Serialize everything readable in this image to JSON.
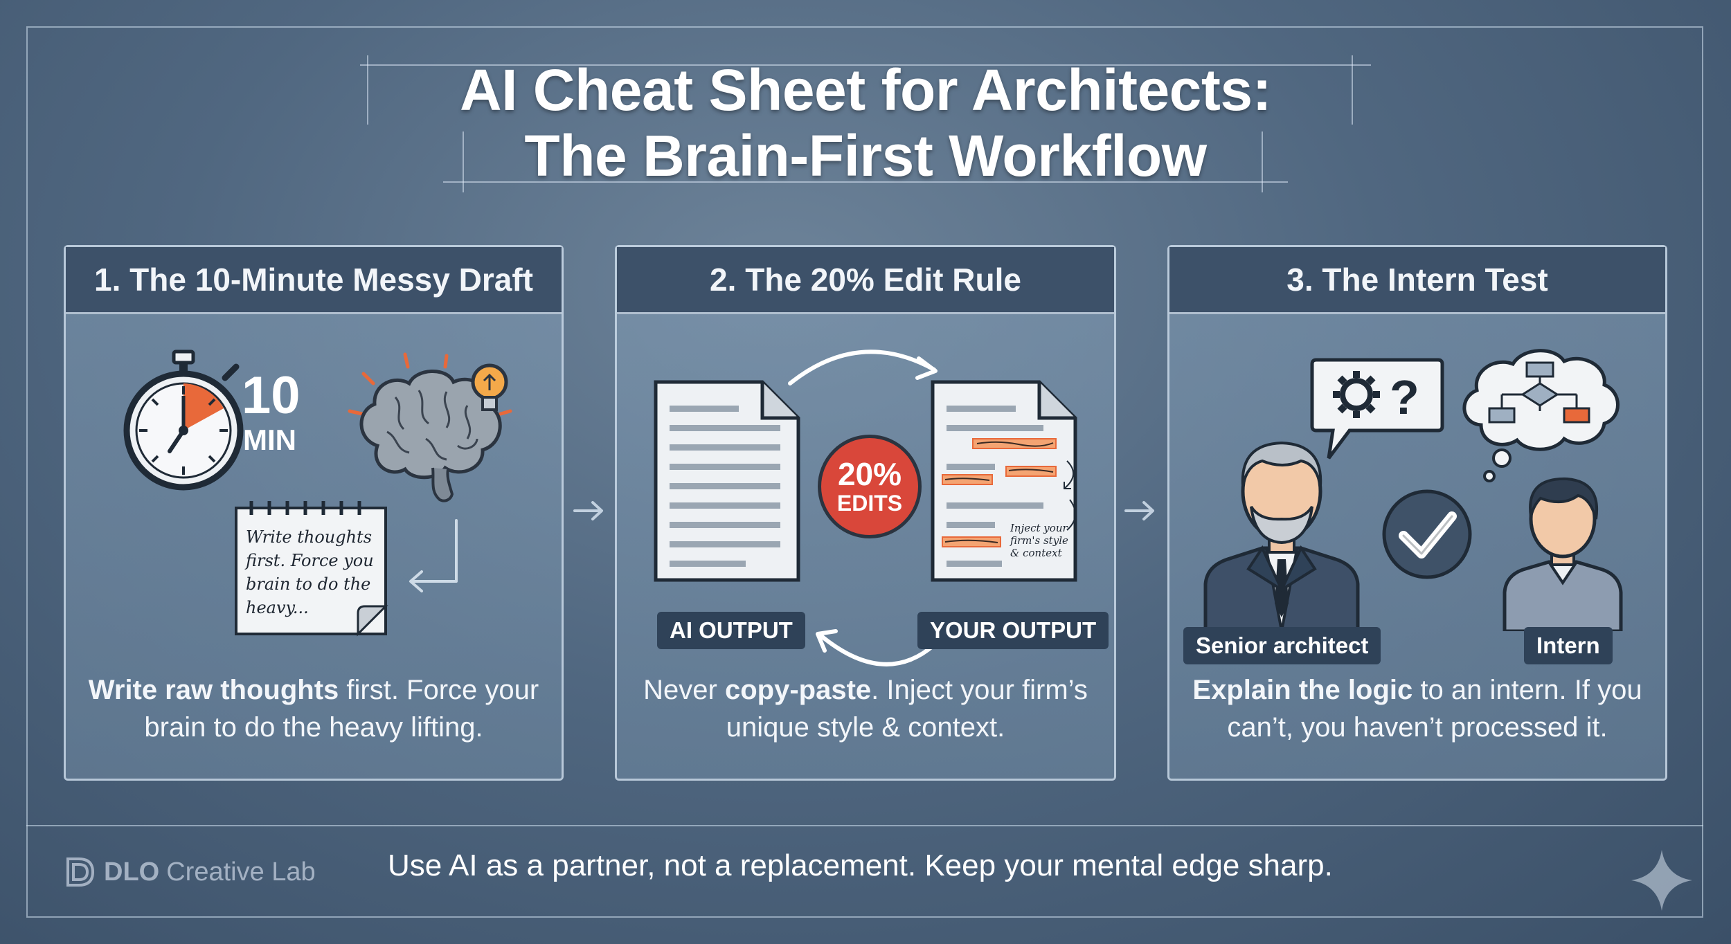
{
  "title": {
    "line1": "AI Cheat Sheet for Architects:",
    "line2": "The Brain-First Workflow"
  },
  "cards": [
    {
      "heading": "1. The 10-Minute Messy Draft",
      "timer_number": "10",
      "timer_unit": "MIN",
      "note_lines": [
        "Write thoughts",
        "first. Force you",
        "brain to do the",
        "heavy..."
      ],
      "caption_bold": "Write raw thoughts",
      "caption_rest": " first. Force your brain to do the heavy lifting."
    },
    {
      "heading": "2. The 20% Edit Rule",
      "badge_value": "20%",
      "badge_label": "EDITS",
      "left_label": "AI OUTPUT",
      "right_label": "YOUR OUTPUT",
      "doc_note_lines": [
        "Inject your",
        "firm's style",
        "& context"
      ],
      "caption_pre": "Never ",
      "caption_bold": "copy-paste",
      "caption_rest": ". Inject your firm’s unique style & context."
    },
    {
      "heading": "3. The Intern Test",
      "senior_label": "Senior architect",
      "intern_label": "Intern",
      "caption_bold": "Explain the logic",
      "caption_rest": " to an intern. If you can’t, you haven’t processed it."
    }
  ],
  "footer": {
    "brand_bold": "DLO",
    "brand_rest": "Creative Lab",
    "tagline": "Use AI as a partner, not a replacement. Keep your mental edge sharp."
  },
  "colors": {
    "accent_orange": "#e8693a",
    "highlight_orange": "#f4a472",
    "badge_red": "#d9473a",
    "head_dark": "#3d5169",
    "chip_dark": "#2f4258"
  },
  "icons": [
    "stopwatch-icon",
    "brain-icon",
    "lightbulb-icon",
    "notepad-icon",
    "document-icon",
    "cycle-arrow-icon",
    "gear-icon",
    "question-icon",
    "flowchart-icon",
    "checkmark-icon",
    "person-icon",
    "sparkle-icon"
  ]
}
